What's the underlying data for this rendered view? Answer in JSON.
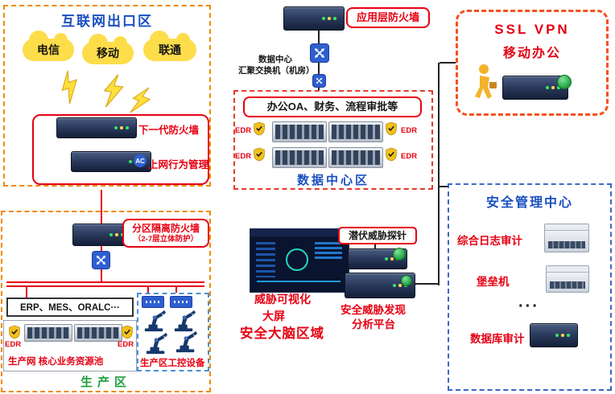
{
  "internet_zone": {
    "title": "互联网出口区",
    "clouds": [
      "电信",
      "移动",
      "联通"
    ],
    "next_gen_firewall_label": "下一代防火墙",
    "behavior_mgmt_label": "上网行为管理",
    "ac_badge": "AC"
  },
  "datacenter_zone": {
    "app_firewall_label": "应用层防火墙",
    "switch_label_line1": "数据中心",
    "switch_label_line2": "汇聚交换机（机房）",
    "apps_box_label": "办公OA、财务、流程审批等",
    "edr_label": "EDR",
    "title": "数据中心区"
  },
  "ssl_vpn_zone": {
    "line1": "SSL VPN",
    "line2": "移动办公"
  },
  "security_brain_zone": {
    "screen_label_line1": "威胁可视化",
    "screen_label_line2": "大屏",
    "title": "安全大脑区域",
    "probe_label": "潜伏威胁探针",
    "platform_label_line1": "安全威胁发现",
    "platform_label_line2": "分析平台"
  },
  "production_zone": {
    "firewall_label_line1": "分区隔离防火墙",
    "firewall_label_line2": "（2-7层立体防护）",
    "business_box_label": "ERP、MES、ORALC···",
    "edr_label": "EDR",
    "pool_label": "生产网 核心业务资源池",
    "ot_label": "生产区工控设备",
    "title": "生产区"
  },
  "security_mgmt_zone": {
    "title": "安全管理中心",
    "items": [
      "综合日志审计",
      "堡垒机",
      "···",
      "数据库审计"
    ]
  },
  "colors": {
    "accent_red": "#e60012",
    "zone_border_orange": "#f08a00",
    "zone_border_blue": "#3a66c8",
    "title_blue": "#1a4fc0",
    "production_green": "#1e9e3e",
    "switch_blue": "#2f5fd0",
    "shield_yellow": "#f2c01d"
  }
}
